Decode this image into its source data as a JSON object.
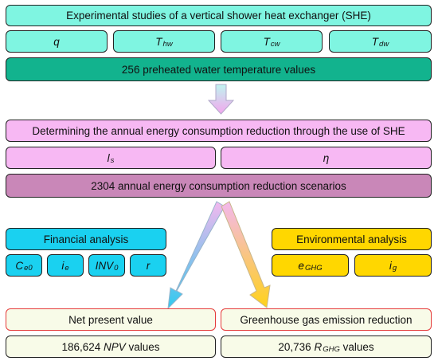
{
  "colors": {
    "aqua": "#7ff5e1",
    "teal_dark": "#12b38e",
    "pink": "#f7b8f3",
    "mauve": "#c987b8",
    "cyan": "#1ad1f0",
    "yellow": "#ffd700",
    "cream": "#f8fbe8",
    "red_border": "#e53b3b"
  },
  "section1": {
    "title": "Experimental studies of a vertical shower heat exchanger (SHE)",
    "params": [
      {
        "main": "q",
        "sub": ""
      },
      {
        "main": "T",
        "sub": "hw"
      },
      {
        "main": "T",
        "sub": "cw"
      },
      {
        "main": "T",
        "sub": "dw"
      }
    ],
    "result": "256 preheated water temperature values"
  },
  "section2": {
    "title": "Determining the annual energy consumption reduction through the use of SHE",
    "params": [
      {
        "main": "l",
        "sub": "s"
      },
      {
        "main": "η",
        "sub": ""
      }
    ],
    "result": "2304 annual energy consumption reduction scenarios"
  },
  "financial": {
    "title": "Financial analysis",
    "params": [
      {
        "main": "C",
        "sub": "e0"
      },
      {
        "main": "i",
        "sub": "e"
      },
      {
        "main": "INV",
        "sub": "0"
      },
      {
        "main": "r",
        "sub": ""
      }
    ],
    "outcome": "Net present value",
    "count_prefix": "186,624 ",
    "count_var": "NPV",
    "count_suffix": " values"
  },
  "environmental": {
    "title": "Environmental analysis",
    "params": [
      {
        "main": "e",
        "sub": "GHG"
      },
      {
        "main": "i",
        "sub": "g"
      }
    ],
    "outcome": "Greenhouse gas emission reduction",
    "count_prefix": "20,736 ",
    "count_var": "R",
    "count_sub": "GHG",
    "count_suffix": " values"
  }
}
